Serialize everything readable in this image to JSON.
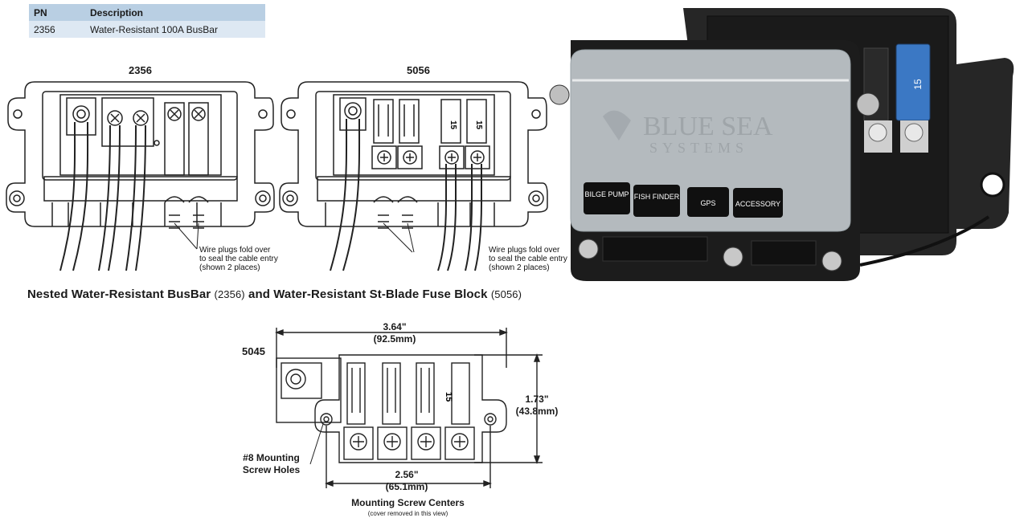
{
  "spec_table": {
    "header": {
      "pn": "PN",
      "description": "Description"
    },
    "row": {
      "pn": "2356",
      "description": "Water-Resistant 100A BusBar"
    }
  },
  "diagram_2356": {
    "title": "2356",
    "note": [
      "Wire plugs fold over",
      "to seal the cable entry",
      "(shown 2 places)"
    ]
  },
  "diagram_5056": {
    "title": "5056",
    "fuse_labels": [
      "15",
      "15"
    ],
    "note": [
      "Wire plugs fold over",
      "to seal the cable entry",
      "(shown 2 places)"
    ]
  },
  "caption": {
    "part1": "Nested Water-Resistant BusBar",
    "part1_pn": "(2356)",
    "part2": "and Water-Resistant St-Blade Fuse Block",
    "part2_pn": "(5056)"
  },
  "photo": {
    "brand_line1": "BLUE SEA",
    "brand_line2": "SYSTEMS",
    "fuse_value": "15",
    "labels": [
      "BILGE PUMP",
      "FISH FINDER",
      "GPS",
      "ACCESSORY"
    ],
    "colors": {
      "housing": "#1c1c1c",
      "cover": "#cfd6db",
      "fuse": "#3b78c4"
    }
  },
  "drawing_5045": {
    "title": "5045",
    "width_in": "3.64\"",
    "width_mm": "(92.5mm)",
    "height_in": "1.73\"",
    "height_mm": "(43.8mm)",
    "centers_in": "2.56\"",
    "centers_mm": "(65.1mm)",
    "centers_label": "Mounting Screw Centers",
    "centers_sub": "(cover removed in this view)",
    "holes_label": [
      "#8 Mounting",
      "Screw Holes"
    ],
    "fuse_label": "15"
  }
}
